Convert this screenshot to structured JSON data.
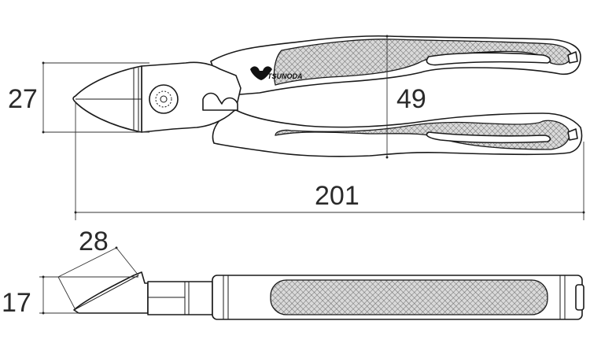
{
  "brand": {
    "logo_text": "TSUNODA"
  },
  "dimensions": {
    "jaw_height": "27",
    "handle_width": "49",
    "overall_length": "201",
    "cutter_length": "28",
    "thickness": "17"
  }
}
